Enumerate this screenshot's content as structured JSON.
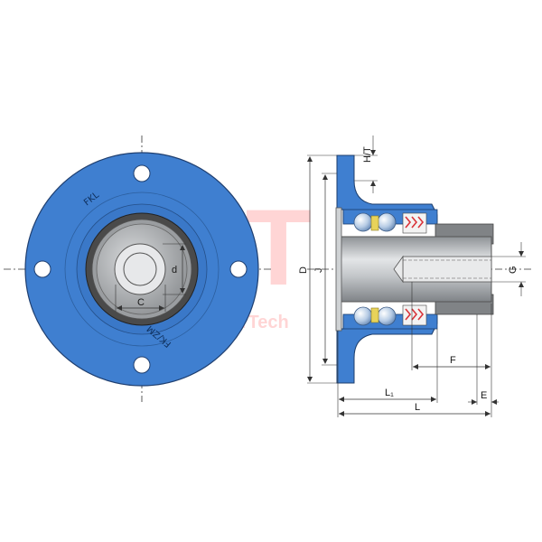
{
  "front_view": {
    "logo_top": "FKL",
    "logo_bottom": "FK/ZM",
    "dim_c": "C",
    "dim_d": "d"
  },
  "side_view": {
    "dim_D": "D",
    "dim_J": "J",
    "dim_HT": "H/T",
    "dim_G": "G",
    "dim_F": "F",
    "dim_L1": "L₁",
    "dim_E": "E",
    "dim_L": "L"
  },
  "watermark": {
    "big": "KT",
    "small": "KemperTech"
  },
  "colors": {
    "housing_blue": "#3f7fd0",
    "housing_dark": "#2c64ae",
    "shaft_grey": "#b9bcbf",
    "seal_red": "#d9343a",
    "rubber_dark": "#4a4a4a"
  }
}
